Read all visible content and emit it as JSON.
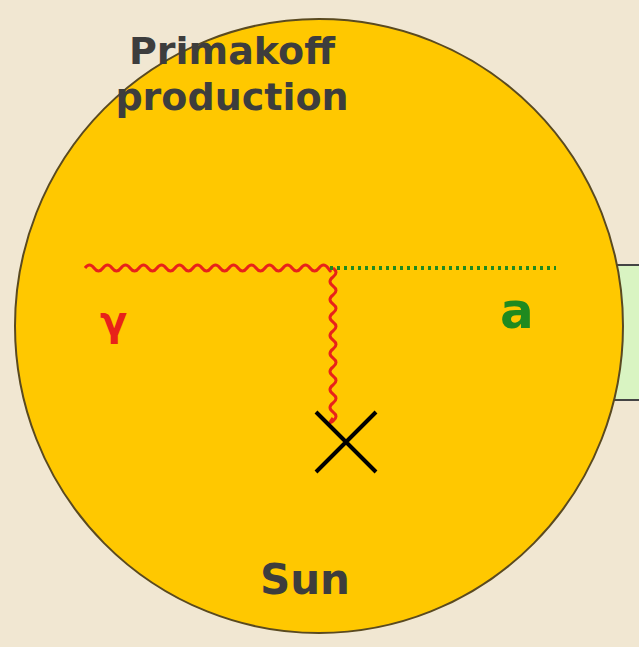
{
  "diagram": {
    "nodes": [
      {
        "text": [
          "Primakoff production",
          "Sun"
        ]
      }
    ],
    "labels": [
      "γ",
      "a"
    ]
  }
}
